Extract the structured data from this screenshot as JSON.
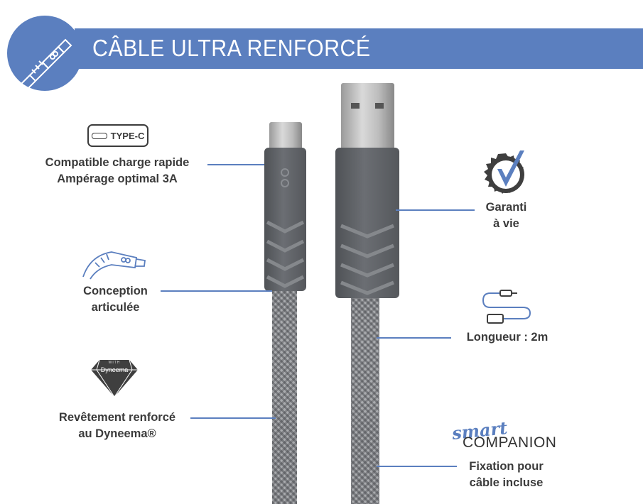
{
  "header": {
    "title": "CÂBLE ULTRA RENFORCÉ"
  },
  "features_left": [
    {
      "badge": "TYPE-C",
      "lines": [
        "Compatible charge rapide",
        "Ampérage optimal 3A"
      ]
    },
    {
      "lines": [
        "Conception",
        "articulée"
      ]
    },
    {
      "logo_text": [
        "WITH",
        "Dyneema"
      ],
      "lines": [
        "Revêtement renforcé",
        "au Dyneema®"
      ]
    }
  ],
  "features_right": [
    {
      "lines": [
        "Garanti",
        "à vie"
      ]
    },
    {
      "lines": [
        "Longueur : 2m"
      ]
    },
    {
      "logo": [
        "smart",
        "COMPANION"
      ],
      "lines": [
        "Fixation pour",
        "câble incluse"
      ]
    }
  ],
  "colors": {
    "accent": "#5b7fbf",
    "text": "#3b3b3b",
    "cable": "#5f6266"
  }
}
